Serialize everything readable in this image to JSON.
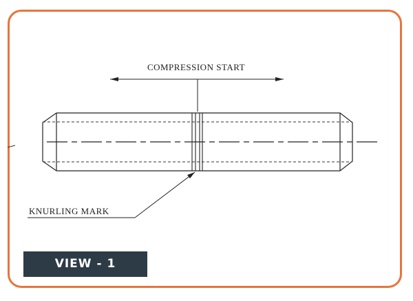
{
  "diagram": {
    "labels": {
      "compression_start": "COMPRESSION START",
      "knurling_mark": "KNURLING MARK"
    },
    "view_label": "VIEW - 1",
    "colors": {
      "frame_border": "#e8743b",
      "line": "#222222",
      "label_bg": "#2d3b47",
      "label_text": "#ffffff"
    }
  }
}
